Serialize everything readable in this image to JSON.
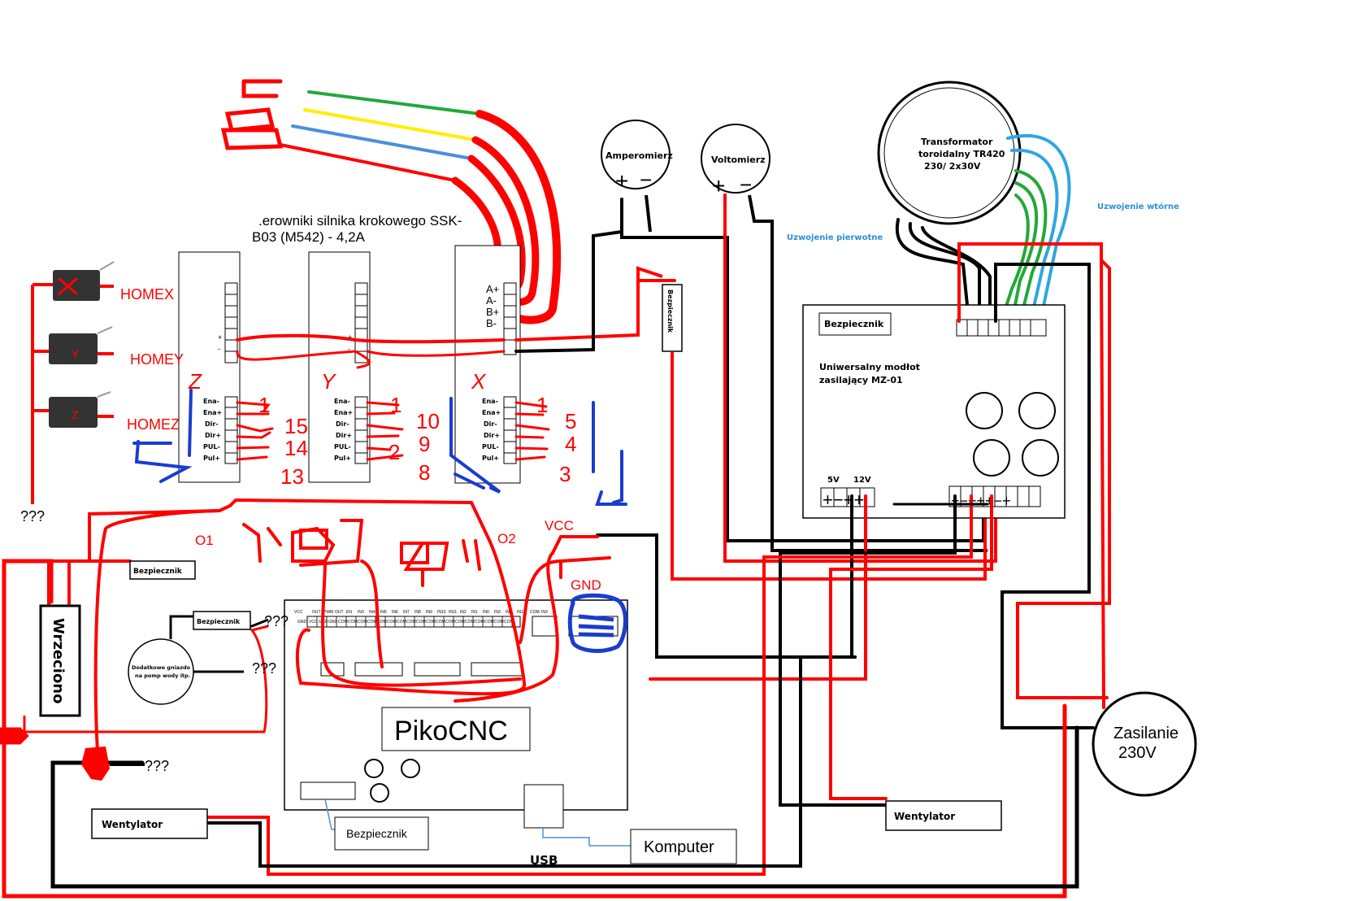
{
  "diagram": {
    "drivers_heading_line1": ".erowniki  silnika krokowego SSK-",
    "drivers_heading_line2": "B03 (M542) - 4,2A",
    "motor_terminals": [
      "A+",
      "A-",
      "B+",
      "B-"
    ],
    "driver_pins": [
      "Ena-",
      "Ena+",
      "Dir-",
      "Dir+",
      "PUL-",
      "Pul+"
    ],
    "driver_power_plus": "+",
    "driver_power_minus": "-",
    "axis_letters": [
      "Z",
      "Y",
      "X"
    ],
    "driver_pin_numbers": {
      "z": [
        "1",
        "15",
        "14",
        "13"
      ],
      "y": [
        "1",
        "10",
        "9",
        "2",
        "8"
      ],
      "x": [
        "1",
        "5",
        "4",
        "3"
      ]
    },
    "homes": [
      "HOMEX",
      "HOMEY",
      "HOMEZ"
    ],
    "switch_marks": [
      "Y",
      "Z"
    ],
    "unknown": "???",
    "ammeter": "Amperomierz",
    "voltmeter": "Voltomierz",
    "meter_plus": "+",
    "meter_minus": "−",
    "transformer_line1": "Transformator",
    "transformer_line2": "toroidalny TR420",
    "transformer_line3": "230/ 2x30V",
    "primary_winding": "Uzwojenie pierwotne",
    "secondary_winding": "Uzwojenie wtórne",
    "fuse": "Bezpiecznik",
    "power_module_line1": "Uniwersalny modłot",
    "power_module_line2": "zasilający MZ-01",
    "v5": "5V",
    "v12": "12V",
    "pm_terminals_small": "+−++",
    "pm_terminals_big": "+−+++−+",
    "o1": "O1",
    "o2": "O2",
    "vcc": "VCC",
    "gnd": "GND",
    "spindle": "Wrzeciono",
    "socket_line1": "Dodatkowe gniazdo",
    "socket_line2": "na pomp wody itp.",
    "pikocnc": "PikoCNC",
    "usb": "USB",
    "computer": "Komputer",
    "fan": "Wentylator",
    "mains_line1": "Zasilanie",
    "mains_line2": "230V",
    "piko_top_labels": [
      "VCC",
      "OUT",
      "PWM",
      "OUT",
      "EN",
      "IN3",
      "IN4",
      "IN5",
      "IN6",
      "IN7",
      "IN8",
      "IN9",
      "IN10",
      "IN11",
      "IN2",
      "IN1",
      "IN0",
      "IN3",
      "IN2",
      "IN1",
      "COM",
      "IN3"
    ],
    "piko_bottom_labels": [
      "GND",
      "VCC",
      "GND",
      "GND",
      "COM",
      "COM",
      "COM",
      "COM",
      "COM",
      "COM",
      "COM",
      "COM",
      "COM",
      "COM",
      "COM",
      "COM",
      "COM",
      "COM",
      "COM",
      "COM",
      "COM",
      "COM"
    ]
  },
  "colors": {
    "wire_red": "#ff0000",
    "wire_black": "#000000",
    "wire_green": "#22a838",
    "wire_yellow": "#ffee00",
    "wire_blue": "#4a90d9",
    "wire_lightblue": "#2ea6e0",
    "pen_blue": "#1a3ccf",
    "label_blue": "#2d8fd6"
  }
}
